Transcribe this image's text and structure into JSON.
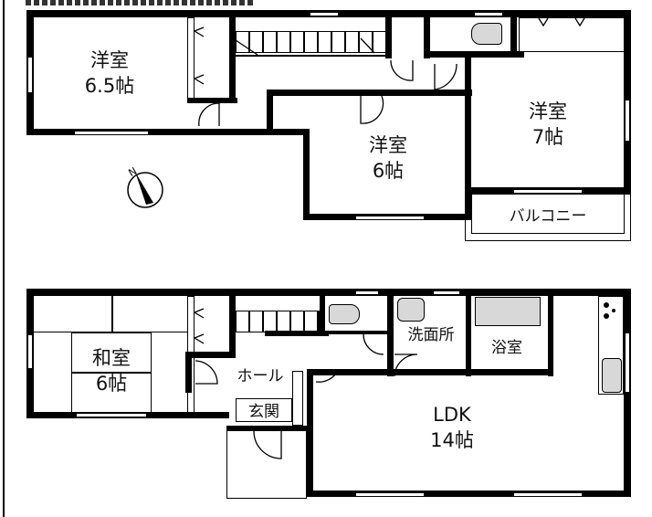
{
  "header": {
    "title_partial": ""
  },
  "floor2": {
    "rooms": [
      {
        "id": "western-room-a",
        "name": "洋室",
        "size": "6.5帖"
      },
      {
        "id": "western-room-b",
        "name": "洋室",
        "size": "6帖"
      },
      {
        "id": "western-room-c",
        "name": "洋室",
        "size": "7帖"
      },
      {
        "id": "balcony",
        "name": "バルコニー"
      }
    ]
  },
  "floor1": {
    "rooms": [
      {
        "id": "japanese-room",
        "name": "和室",
        "size": "6帖"
      },
      {
        "id": "hall",
        "name": "ホール"
      },
      {
        "id": "entrance",
        "name": "玄関"
      },
      {
        "id": "washroom",
        "name": "洗面所"
      },
      {
        "id": "bathroom",
        "name": "浴室"
      },
      {
        "id": "ldk",
        "name": "LDK",
        "size": "14帖"
      }
    ]
  },
  "compass": {
    "label": "N"
  },
  "colors": {
    "wall": "#000000",
    "fixture_fill": "#d8d8d8",
    "background": "#ffffff"
  }
}
